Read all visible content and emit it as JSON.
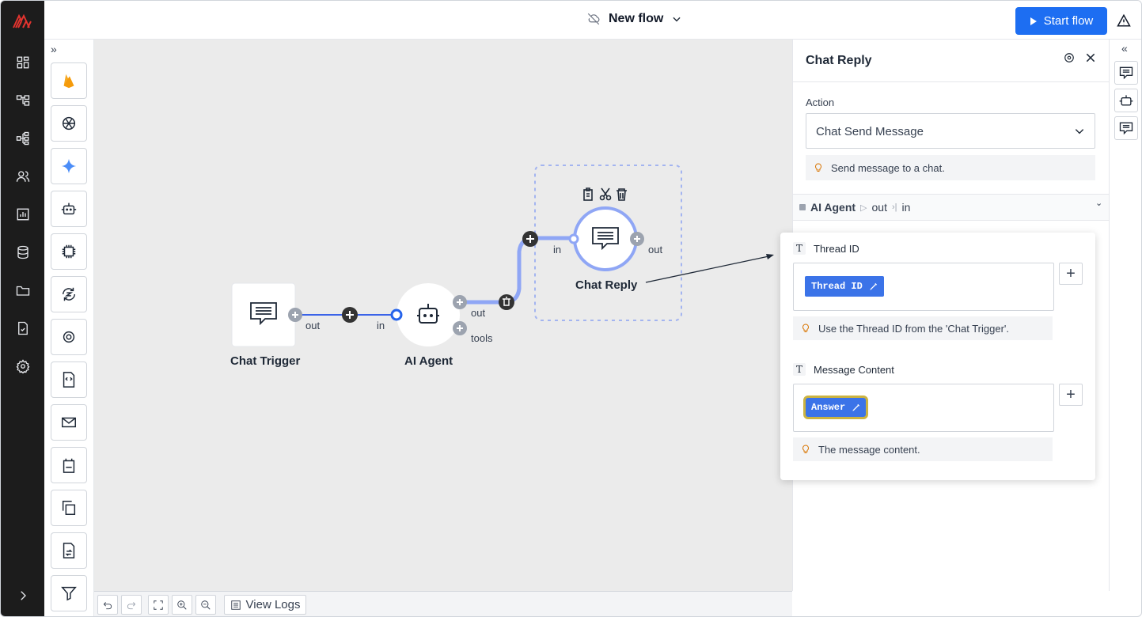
{
  "topbar": {
    "flow_name": "New flow",
    "start_label": "Start flow"
  },
  "palette": {
    "collapse_icon": "»"
  },
  "canvas": {
    "nodes": {
      "chat_trigger": "Chat Trigger",
      "ai_agent": "AI Agent",
      "chat_reply": "Chat Reply"
    },
    "ports": {
      "trigger_out": "out",
      "agent_in": "in",
      "agent_out": "out",
      "agent_tools": "tools",
      "reply_in": "in",
      "reply_out": "out"
    }
  },
  "bottombar": {
    "view_logs": "View Logs"
  },
  "panel": {
    "title": "Chat Reply",
    "action_label": "Action",
    "action_value": "Chat Send Message",
    "action_hint": "Send message to a chat.",
    "breadcrumb": {
      "source": "AI Agent",
      "out": "out",
      "in": "in"
    },
    "fields": [
      {
        "label": "Thread ID",
        "chip": "Thread ID",
        "hint": "Use the Thread ID from the 'Chat Trigger'."
      },
      {
        "label": "Message Content",
        "chip": "Answer",
        "hint": "The message content."
      }
    ]
  },
  "rightbar": {
    "collapse_icon": "«"
  },
  "colors": {
    "accent": "#1d6ef2",
    "edge": "#8fa6f5",
    "chip": "#3b73e8",
    "nav_bg": "#1c1c1c",
    "canvas_bg": "#ebebeb",
    "logo": "#e3342f"
  }
}
